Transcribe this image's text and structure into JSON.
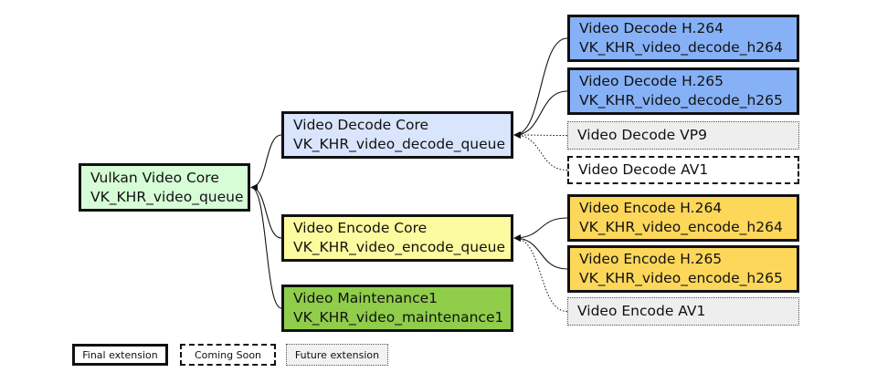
{
  "nodes": {
    "core": {
      "title": "Vulkan Video Core",
      "ext": "VK_KHR_video_queue",
      "fill": "#d6fdd6",
      "status": "final"
    },
    "decode_core": {
      "title": "Video Decode Core",
      "ext": "VK_KHR_video_decode_queue",
      "fill": "#d9e4fd",
      "status": "final"
    },
    "encode_core": {
      "title": "Video Encode Core",
      "ext": "VK_KHR_video_encode_queue",
      "fill": "#fdfb9f",
      "status": "final"
    },
    "maint1": {
      "title": "Video Maintenance1",
      "ext": "VK_KHR_video_maintenance1",
      "fill": "#8fcd4a",
      "status": "final"
    },
    "dec_h264": {
      "title": "Video Decode H.264",
      "ext": "VK_KHR_video_decode_h264",
      "fill": "#86b1f6",
      "status": "final"
    },
    "dec_h265": {
      "title": "Video Decode H.265",
      "ext": "VK_KHR_video_decode_h265",
      "fill": "#86b1f6",
      "status": "final"
    },
    "dec_vp9": {
      "title": "Video Decode VP9",
      "fill": "#eeeeee",
      "status": "future"
    },
    "dec_av1": {
      "title": "Video Decode AV1",
      "fill": "#ffffff",
      "status": "coming-soon"
    },
    "enc_h264": {
      "title": "Video Encode H.264",
      "ext": "VK_KHR_video_encode_h264",
      "fill": "#fcd75a",
      "status": "final"
    },
    "enc_h265": {
      "title": "Video Encode H.265",
      "ext": "VK_KHR_video_encode_h265",
      "fill": "#fcd75a",
      "status": "final"
    },
    "enc_av1": {
      "title": "Video Encode AV1",
      "fill": "#eeeeee",
      "status": "future"
    }
  },
  "legend": {
    "final": "Final extension",
    "coming_soon": "Coming Soon",
    "future": "Future extension"
  },
  "edges": [
    {
      "from": "decode_core",
      "to": "core",
      "style": "solid"
    },
    {
      "from": "encode_core",
      "to": "core",
      "style": "solid"
    },
    {
      "from": "maint1",
      "to": "core",
      "style": "solid"
    },
    {
      "from": "dec_h264",
      "to": "decode_core",
      "style": "solid"
    },
    {
      "from": "dec_h265",
      "to": "decode_core",
      "style": "solid"
    },
    {
      "from": "dec_vp9",
      "to": "decode_core",
      "style": "dotted"
    },
    {
      "from": "dec_av1",
      "to": "decode_core",
      "style": "dotted"
    },
    {
      "from": "enc_h264",
      "to": "encode_core",
      "style": "solid"
    },
    {
      "from": "enc_h265",
      "to": "encode_core",
      "style": "solid"
    },
    {
      "from": "enc_av1",
      "to": "encode_core",
      "style": "dotted"
    }
  ]
}
